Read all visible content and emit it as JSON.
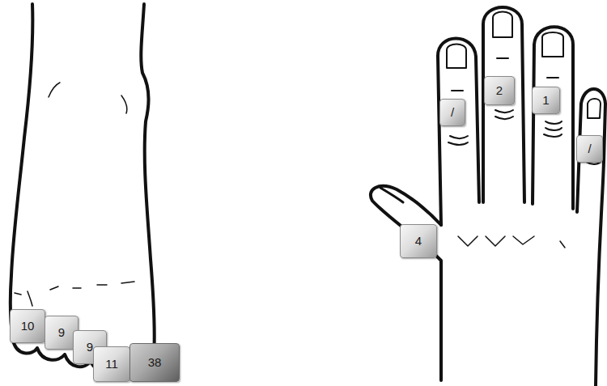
{
  "diagram": {
    "nodes": [
      {
        "text": [
          "10"
        ]
      },
      {
        "text": [
          "9"
        ]
      },
      {
        "text": [
          "9"
        ]
      },
      {
        "text": [
          "11"
        ]
      },
      {
        "text": [
          "38"
        ]
      },
      {
        "text": [
          "/"
        ]
      },
      {
        "text": [
          "2"
        ]
      },
      {
        "text": [
          "1"
        ]
      },
      {
        "text": [
          "/"
        ]
      },
      {
        "text": [
          "4"
        ]
      }
    ]
  }
}
